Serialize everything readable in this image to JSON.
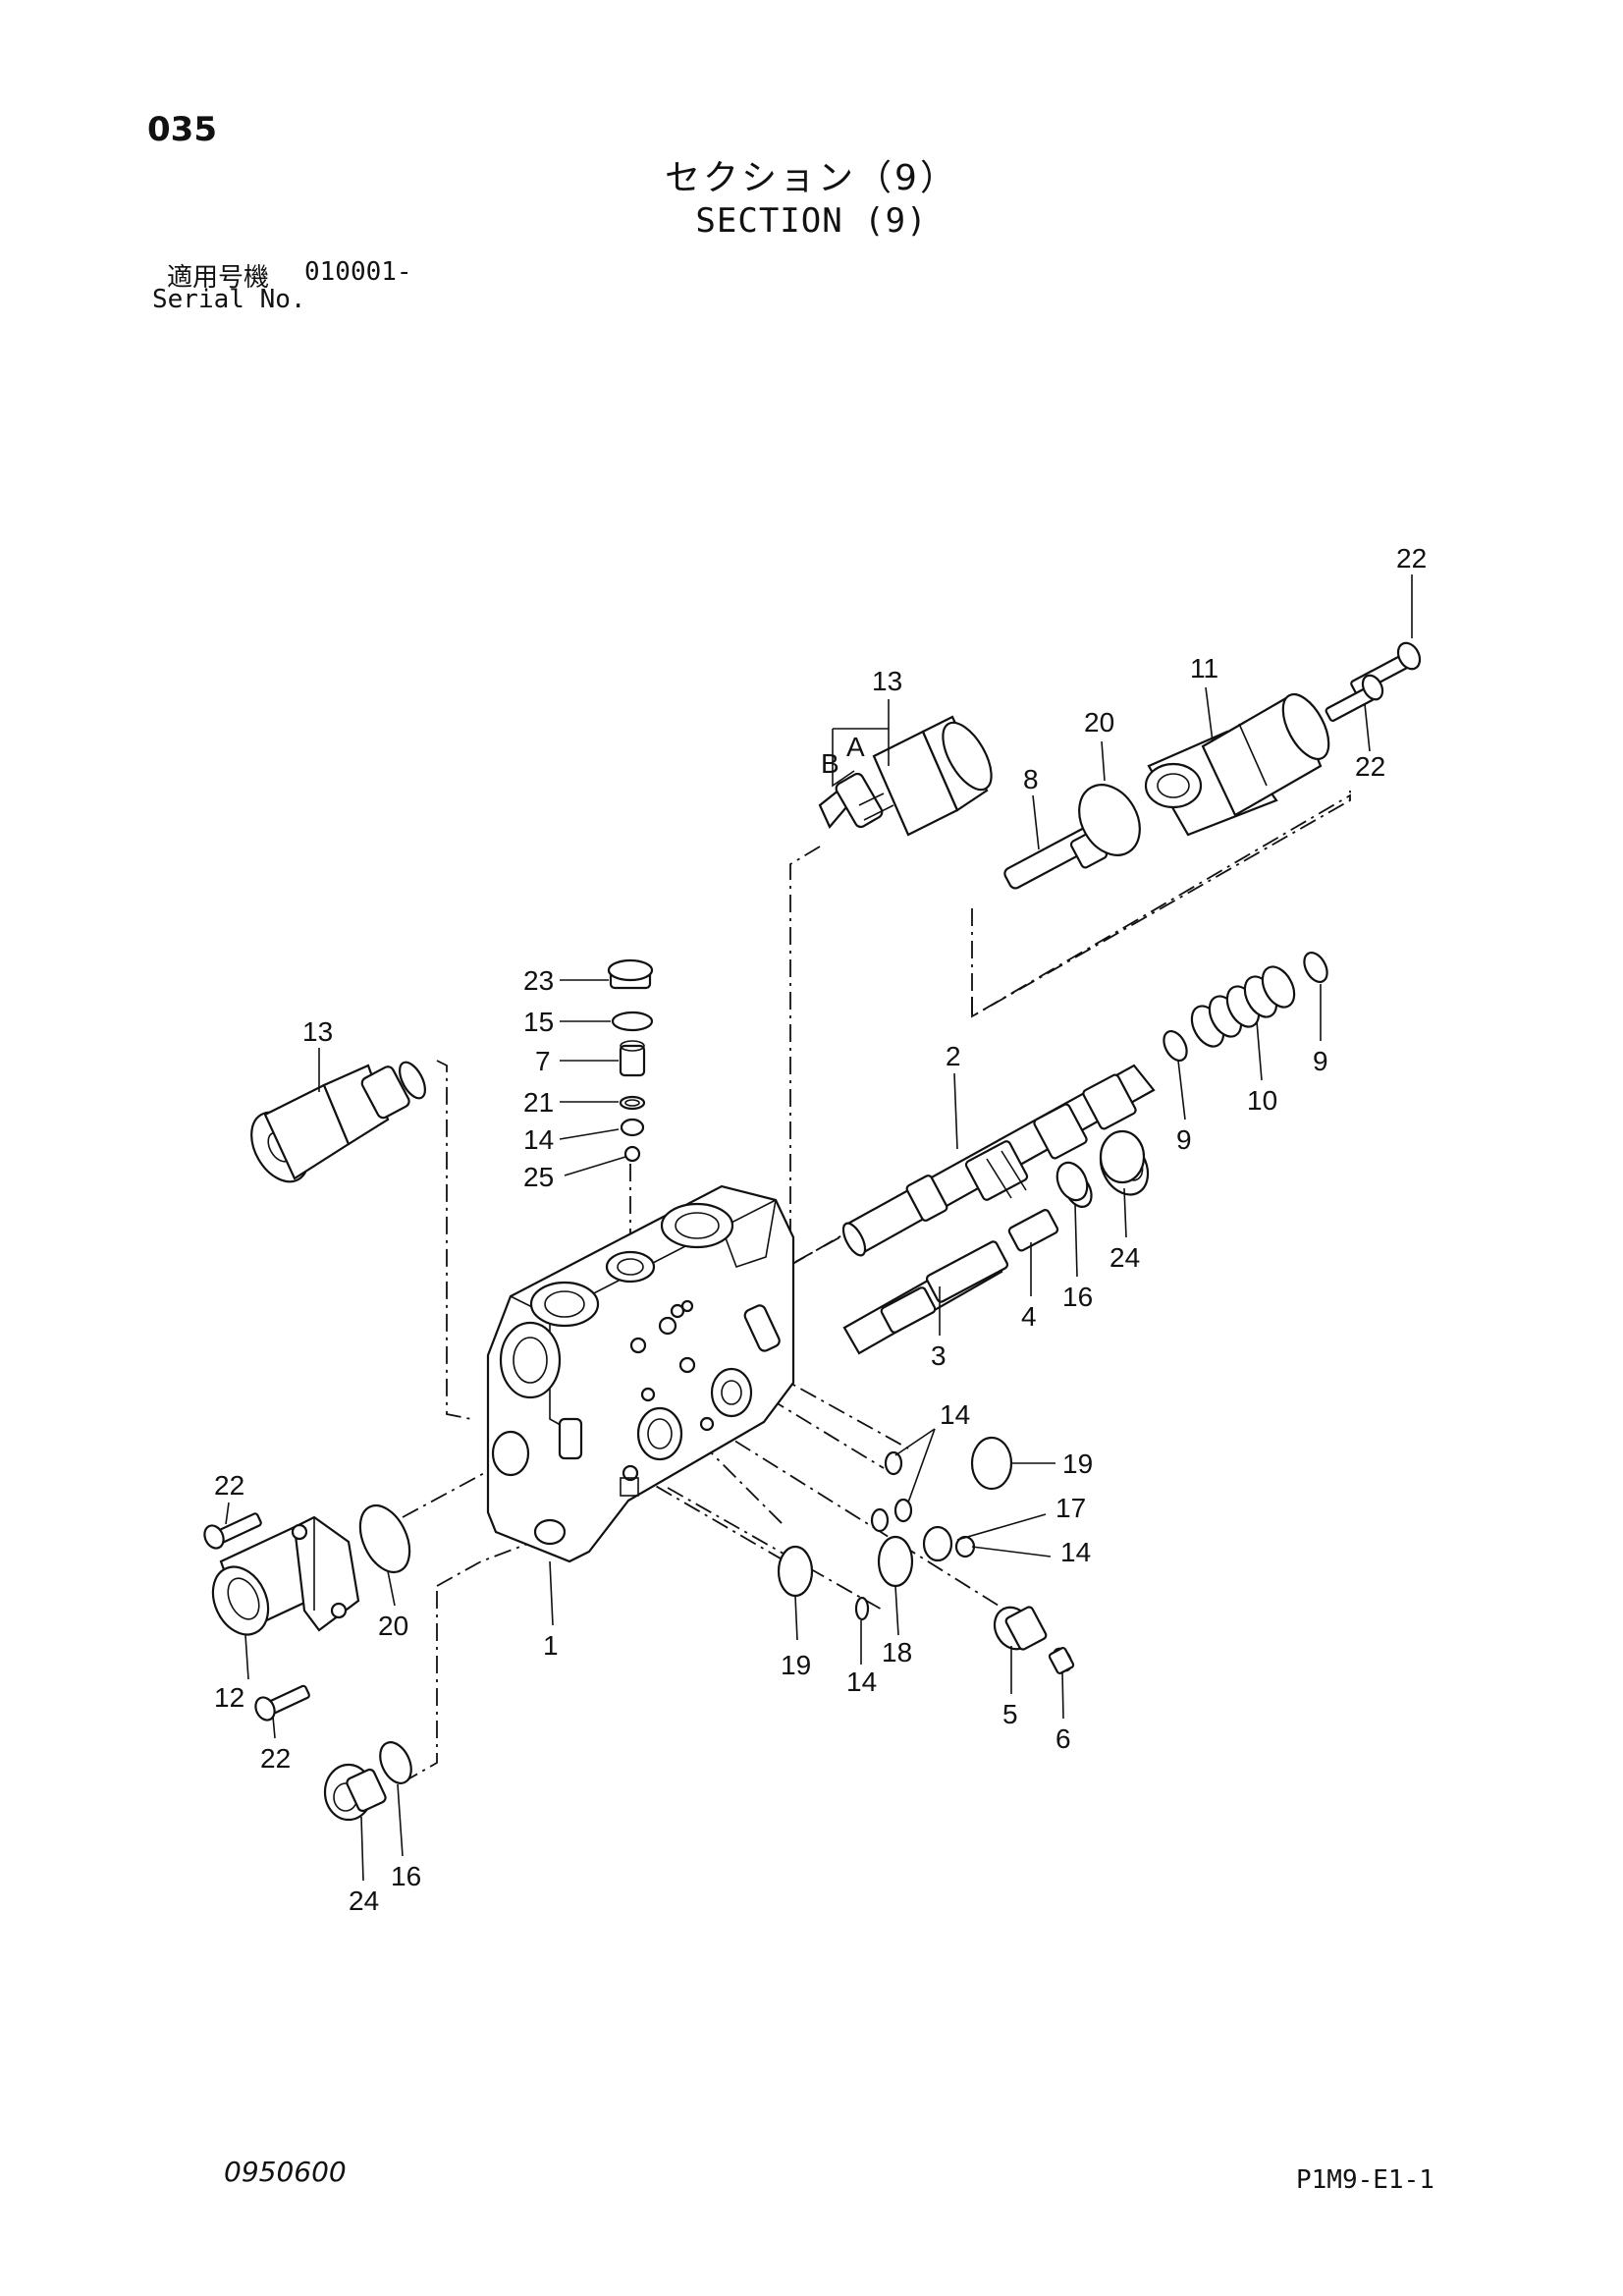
{
  "header": {
    "page_number": "035",
    "title_jp": "セクション（9）",
    "title_en": "SECTION (9)"
  },
  "serial": {
    "label_jp": "適用号機",
    "value": "010001-",
    "label_en": "Serial No."
  },
  "callouts": [
    {
      "id": "c22a",
      "label": "22"
    },
    {
      "id": "c13a",
      "label": "13"
    },
    {
      "id": "cA",
      "label": "A"
    },
    {
      "id": "cB",
      "label": "B"
    },
    {
      "id": "c11",
      "label": "11"
    },
    {
      "id": "c20a",
      "label": "20"
    },
    {
      "id": "c22b",
      "label": "22"
    },
    {
      "id": "c8",
      "label": "8"
    },
    {
      "id": "c23",
      "label": "23"
    },
    {
      "id": "c15",
      "label": "15"
    },
    {
      "id": "c7",
      "label": "7"
    },
    {
      "id": "c21",
      "label": "21"
    },
    {
      "id": "c14a",
      "label": "14"
    },
    {
      "id": "c25",
      "label": "25"
    },
    {
      "id": "c13b",
      "label": "13"
    },
    {
      "id": "c2",
      "label": "2"
    },
    {
      "id": "c9a",
      "label": "9"
    },
    {
      "id": "c10",
      "label": "10"
    },
    {
      "id": "c9b",
      "label": "9"
    },
    {
      "id": "c16a",
      "label": "16"
    },
    {
      "id": "c24a",
      "label": "24"
    },
    {
      "id": "c4",
      "label": "4"
    },
    {
      "id": "c3",
      "label": "3"
    },
    {
      "id": "c14b",
      "label": "14"
    },
    {
      "id": "c19a",
      "label": "19"
    },
    {
      "id": "c17",
      "label": "17"
    },
    {
      "id": "c14c",
      "label": "14"
    },
    {
      "id": "c22c",
      "label": "22"
    },
    {
      "id": "c20b",
      "label": "20"
    },
    {
      "id": "c1",
      "label": "1"
    },
    {
      "id": "c19b",
      "label": "19"
    },
    {
      "id": "c18",
      "label": "18"
    },
    {
      "id": "c14d",
      "label": "14"
    },
    {
      "id": "c5",
      "label": "5"
    },
    {
      "id": "c6",
      "label": "6"
    },
    {
      "id": "c12",
      "label": "12"
    },
    {
      "id": "c22d",
      "label": "22"
    },
    {
      "id": "c24b",
      "label": "24"
    },
    {
      "id": "c16b",
      "label": "16"
    }
  ],
  "footer": {
    "doc_code": "0950600",
    "sheet_code": "P1M9-E1-1"
  }
}
